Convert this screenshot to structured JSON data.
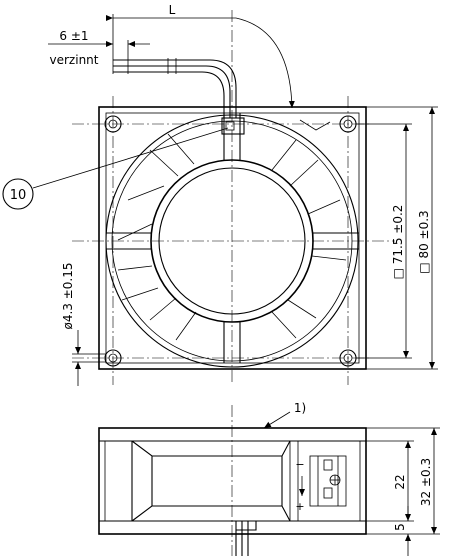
{
  "annotations": {
    "length_label": "L",
    "strip_dimension": "6 ±1",
    "strip_note": "verzinnt",
    "callout_number": "10",
    "inner_square": "□ 71.5 ±0.2",
    "outer_square": "□ 80 ±0.3",
    "hole_diameter": "ø4.3 ±0.15",
    "footnote_mark": "1)",
    "height_22": "22",
    "height_32": "32 ±0.3",
    "offset_5": "5",
    "polarity_minus": "−",
    "polarity_plus": "+"
  }
}
